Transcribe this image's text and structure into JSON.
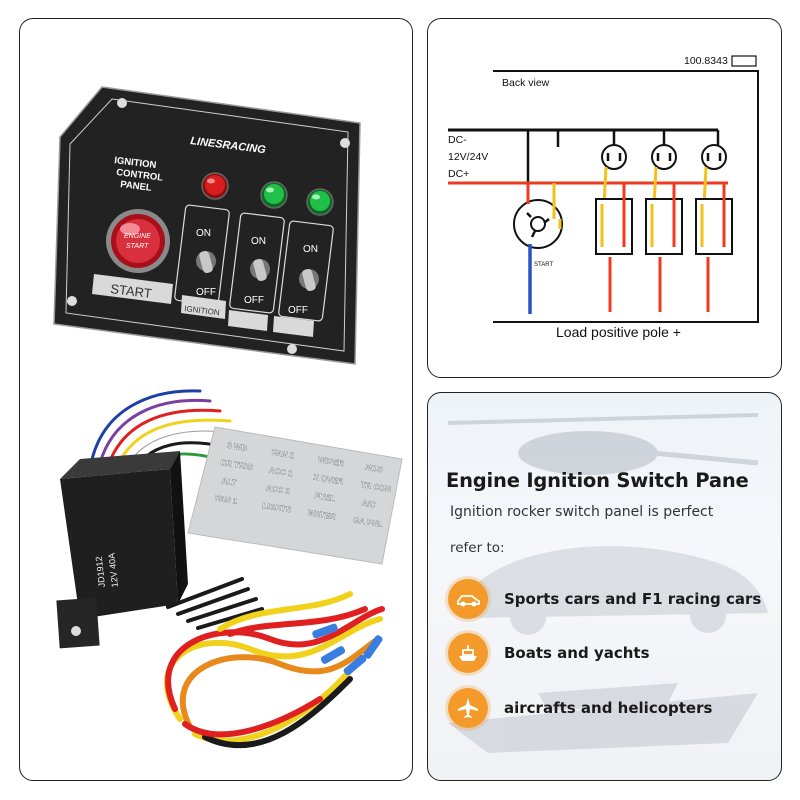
{
  "panel": {
    "brand": "LINESRACING",
    "title_lines": [
      "IGNITION",
      "CONTROL",
      "PANEL"
    ],
    "engine_button_lines": [
      "ENGINE",
      "START"
    ],
    "on_label": "ON",
    "off_label": "OFF",
    "start_label": "START",
    "ignition_label": "IGNITION",
    "light_colors": [
      "#d81e1e",
      "#22c04a",
      "#22c04a"
    ]
  },
  "relay": {
    "marking_lines": [
      "JD1912",
      "12V 40A"
    ]
  },
  "labels_sheet": {
    "rows": [
      [
        "3 WB",
        "FAN 2",
        "WIPER",
        "NOS"
      ],
      [
        "CR TRIG",
        "ACC 1",
        "X OVER",
        "TR CON"
      ],
      [
        "ALT",
        "ACC 2",
        "FUEL",
        "A/C"
      ],
      [
        "FAN 1",
        "LIGHTS",
        "WATER",
        "GA PNL"
      ]
    ]
  },
  "diagram": {
    "part_number": "100.8343",
    "back_view": "Back view",
    "dc_minus": "DC-",
    "voltage": "12V/24V",
    "dc_plus": "DC+",
    "start_label": "START",
    "load_label": "Load positive pole +"
  },
  "promo": {
    "headline": "Engine Ignition Switch Pane",
    "subtitle": "Ignition rocker switch panel is perfect",
    "refer": "refer to:",
    "uses": [
      {
        "label": "Sports cars and F1 racing cars",
        "icon": "race-car-icon"
      },
      {
        "label": "Boats and yachts",
        "icon": "boat-icon"
      },
      {
        "label": "aircrafts and helicopters",
        "icon": "airplane-icon"
      }
    ],
    "accent_color": "#f39a2b"
  }
}
